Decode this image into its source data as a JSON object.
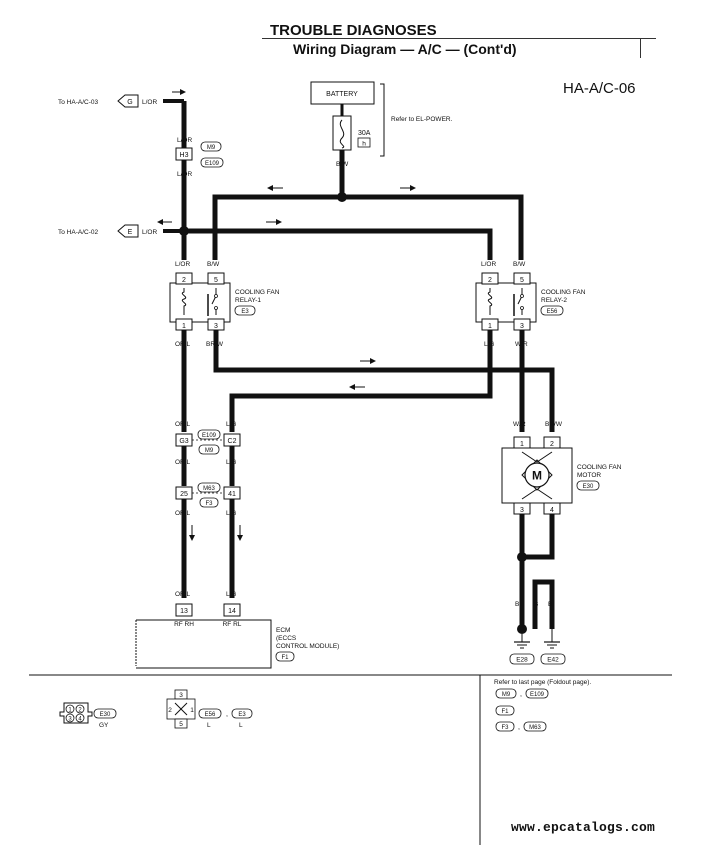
{
  "header": {
    "title": "TROUBLE DIAGNOSES",
    "subtitle": "Wiring Diagram — A/C — (Cont'd)",
    "diagram_code": "HA-A/C-06"
  },
  "footer": {
    "website": "www.epcatalogs.com"
  },
  "power": {
    "battery": "BATTERY",
    "fuse_amp": "30A",
    "fuse_code": "h",
    "refer": "Refer to EL-POWER."
  },
  "offpage": {
    "top_label": "To HA-A/C-03",
    "top_letter": "G",
    "top_wire": "L/OR",
    "mid_label": "To HA-A/C-02",
    "mid_letter": "E",
    "mid_wire": "L/OR"
  },
  "wires": {
    "l_or": "L/OR",
    "b_w": "B/W",
    "or_l": "OR/L",
    "br_w": "BR/W",
    "l_g": "L/G",
    "w_r": "W/R",
    "b": "B"
  },
  "connectors": {
    "h3": "H3",
    "m9": "M9",
    "e109": "E109",
    "g3": "G3",
    "c2": "C2",
    "p25": "25",
    "p41": "41",
    "m63": "M63",
    "f3": "F3",
    "p13": "13",
    "p14": "14",
    "e28": "E28",
    "e42": "E42"
  },
  "relay1": {
    "name_line1": "COOLING FAN",
    "name_line2": "RELAY-1",
    "conn": "E3",
    "pin_tl": "2",
    "pin_tr": "5",
    "pin_bl": "1",
    "pin_br": "3"
  },
  "relay2": {
    "name_line1": "COOLING FAN",
    "name_line2": "RELAY-2",
    "conn": "E56",
    "pin_tl": "2",
    "pin_tr": "5",
    "pin_bl": "1",
    "pin_br": "3"
  },
  "motor": {
    "name_line1": "COOLING FAN",
    "name_line2": "MOTOR",
    "conn": "E30",
    "symbol": "M",
    "pin1": "1",
    "pin2": "2",
    "pin3": "3",
    "pin4": "4"
  },
  "ecm": {
    "line1": "ECM",
    "line2": "(ECCS",
    "line3": "CONTROL MODULE)",
    "conn": "F1",
    "term1": "RF RH",
    "term2": "RF RL"
  },
  "legend": {
    "motor_conn_pins": [
      "1",
      "2",
      "3",
      "4"
    ],
    "motor_conn_code": "E30",
    "motor_conn_color": "GY",
    "relay_conn_pins": [
      "3",
      "2",
      "1",
      "5"
    ],
    "relay_conn_code_a": "E56",
    "relay_conn_code_b": "E3",
    "relay_conn_color": "L",
    "separator": ",",
    "refer_text": "Refer to last page (Foldout page).",
    "refer_codes_1": [
      "M9",
      "E109"
    ],
    "refer_codes_2": [
      "F1"
    ],
    "refer_codes_3": [
      "F3",
      "M63"
    ]
  }
}
